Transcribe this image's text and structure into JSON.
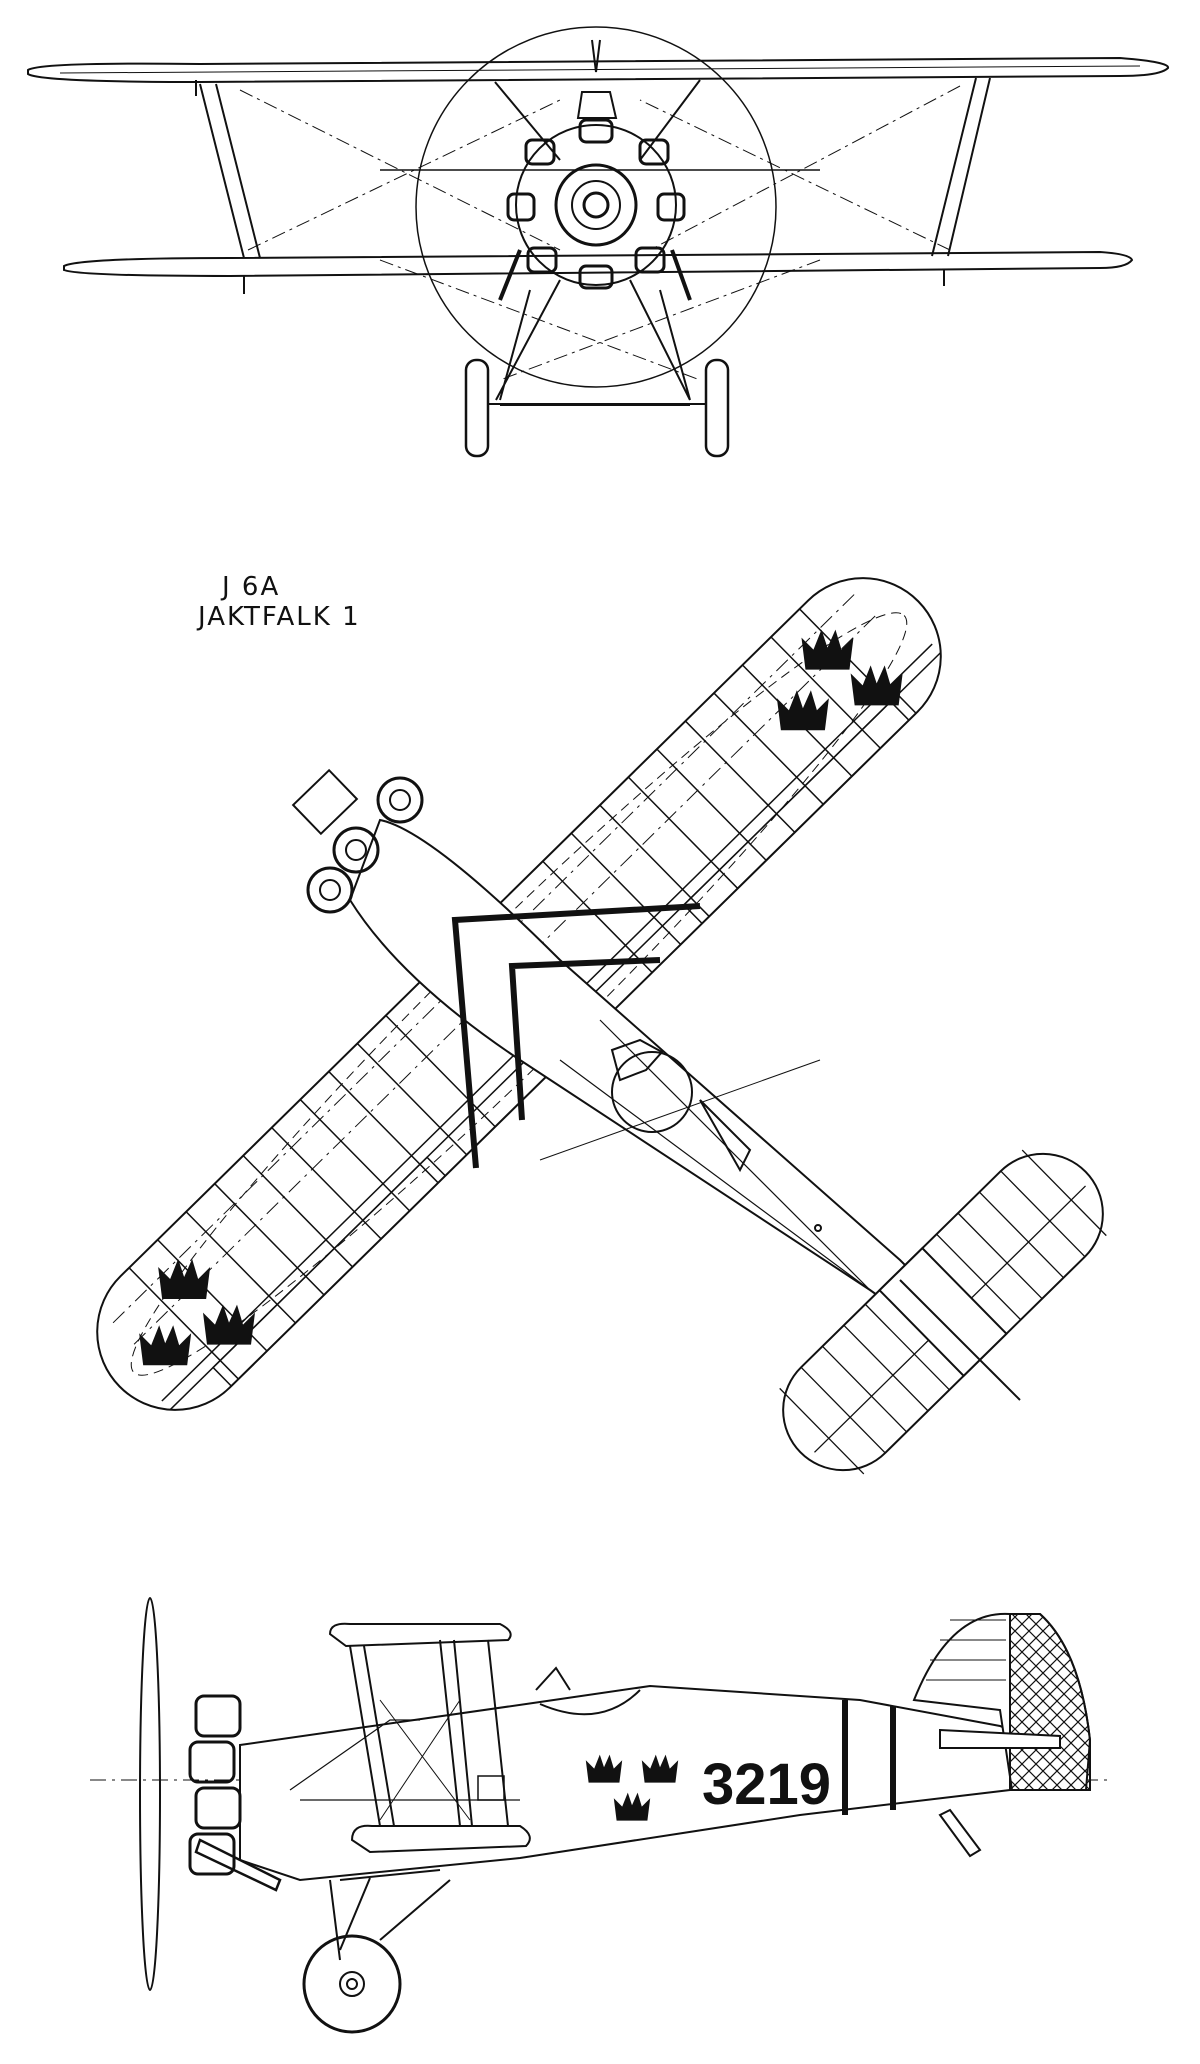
{
  "designation": "J 6A",
  "name": "JAKTFALK 1",
  "serial_number": "3219",
  "views": [
    "front-view",
    "plan-view",
    "side-view"
  ],
  "colors": {
    "ink": "#111111",
    "paper": "#ffffff"
  }
}
